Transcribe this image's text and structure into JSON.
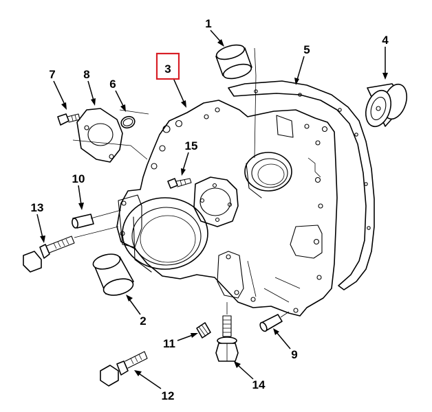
{
  "diagram": {
    "highlight_color": "#d81f26",
    "highlighted_callout": "3",
    "callouts": [
      "1",
      "2",
      "3",
      "4",
      "5",
      "6",
      "7",
      "8",
      "9",
      "10",
      "11",
      "12",
      "13",
      "14",
      "15"
    ]
  }
}
